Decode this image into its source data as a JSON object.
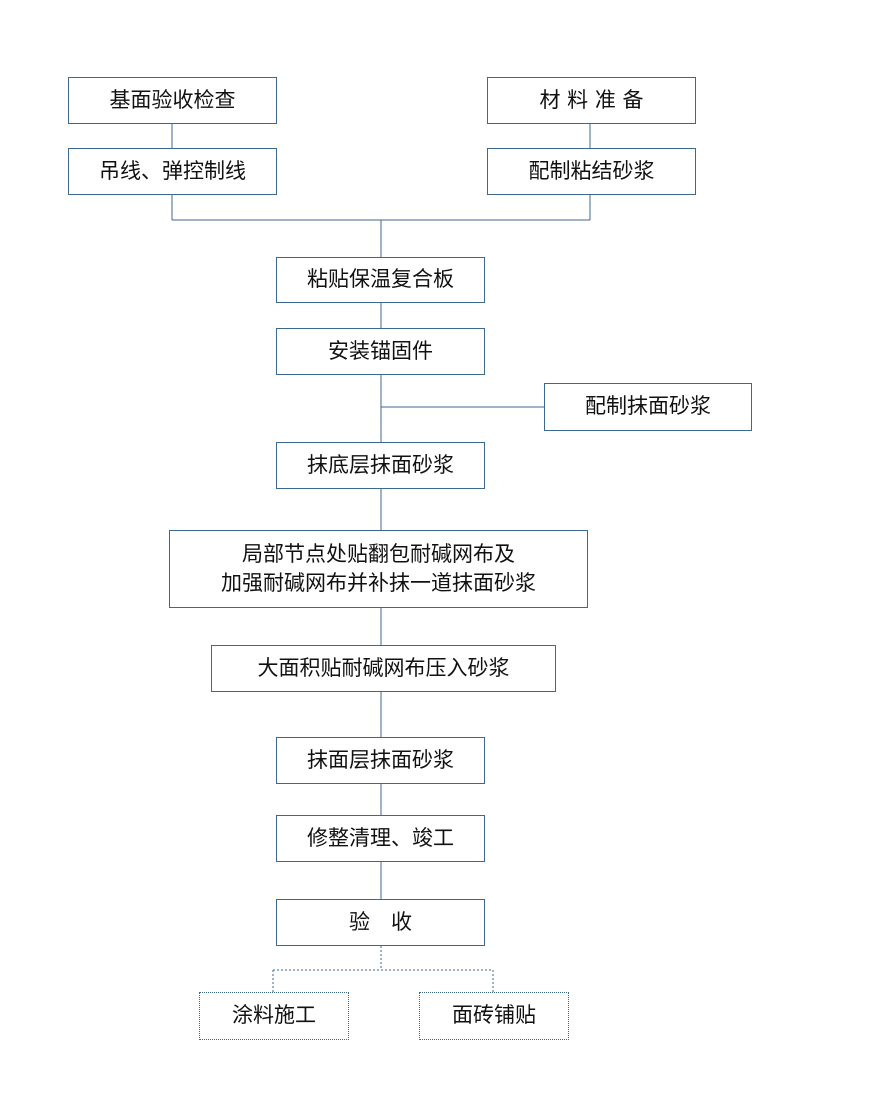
{
  "colors": {
    "box_border": "#3d6a8c",
    "connector": "#3d6a8c",
    "text": "#111111"
  },
  "nodes": {
    "base_inspection": "基面验收检查",
    "material_prep": "材 料 准 备",
    "plumb_lines": "吊线、弹控制线",
    "mix_adhesive_mortar": "配制粘结砂浆",
    "paste_insulation_board": "粘贴保温复合板",
    "install_anchors": "安装锚固件",
    "mix_plaster_mortar": "配制抹面砂浆",
    "base_coat": "抹底层抹面砂浆",
    "local_mesh_line1": "局部节点处贴翻包耐碱网布及",
    "local_mesh_line2": "加强耐碱网布并补抹一道抹面砂浆",
    "large_area_mesh": "大面积贴耐碱网布压入砂浆",
    "top_coat": "抹面层抹面砂浆",
    "finishing": "修整清理、竣工",
    "acceptance": "验　收",
    "paint_work": "涂料施工",
    "tile_work": "面砖铺贴"
  }
}
